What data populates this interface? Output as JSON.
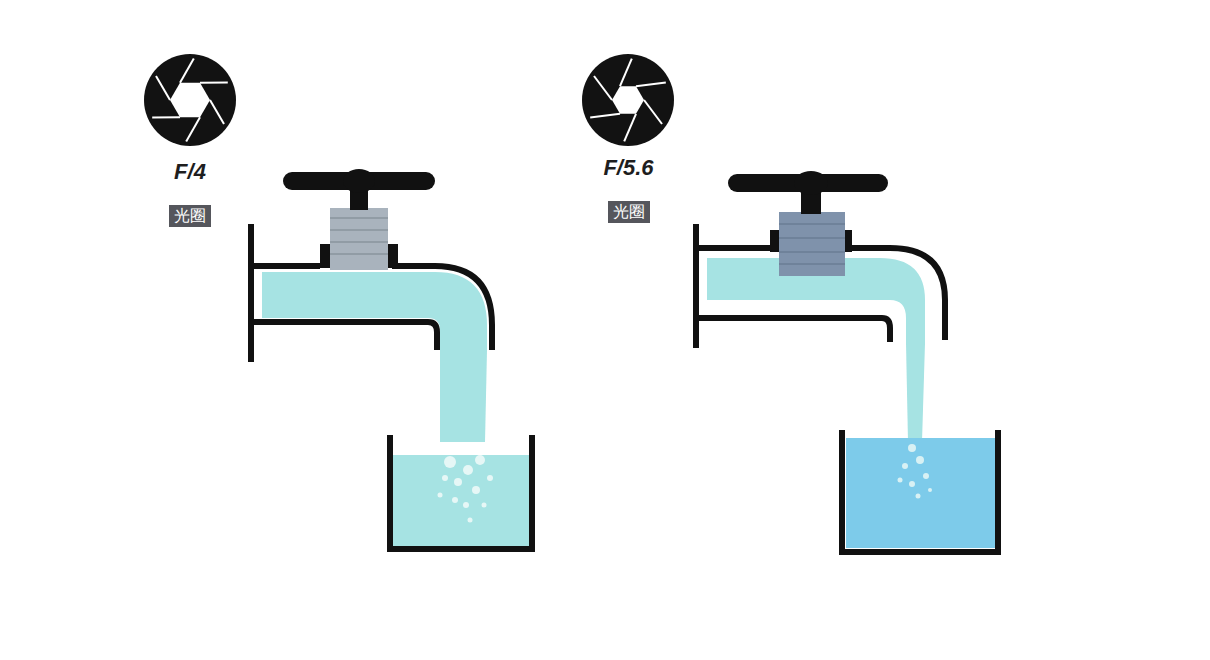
{
  "diagram": {
    "nodes": [
      {
        "text": [
          "F/4",
          "光圈"
        ]
      },
      {
        "text": [
          "F/5.6",
          "光圈"
        ]
      }
    ]
  }
}
